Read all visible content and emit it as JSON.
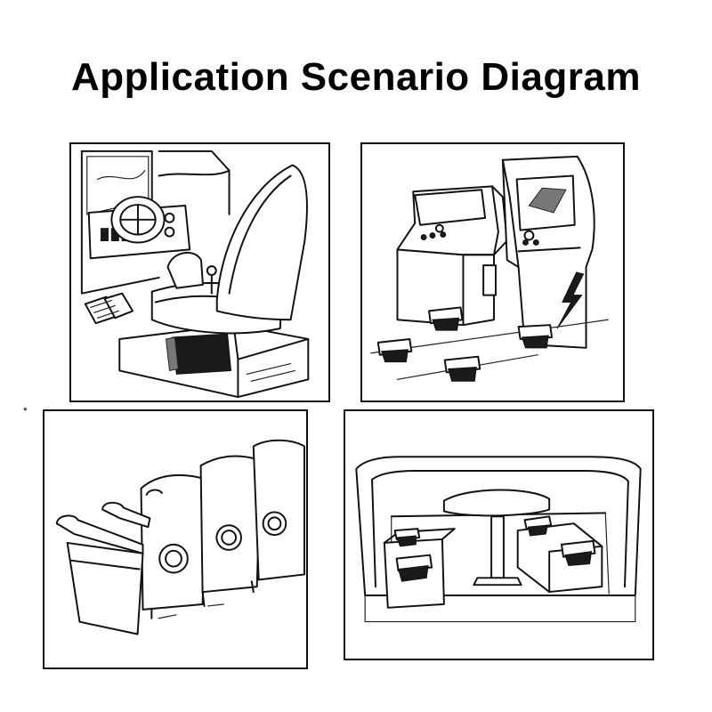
{
  "title": "Application Scenario Diagram",
  "panels": [
    {
      "id": "driving-simulator",
      "icon": "driving-simulator-seat-icon"
    },
    {
      "id": "arcade-cabinets",
      "icon": "arcade-cabinet-icon"
    },
    {
      "id": "cinema-seats",
      "icon": "cinema-seat-row-icon"
    },
    {
      "id": "booth-seating",
      "icon": "booth-table-seating-icon"
    }
  ],
  "colors": {
    "line": "#111111",
    "background": "#ffffff"
  }
}
